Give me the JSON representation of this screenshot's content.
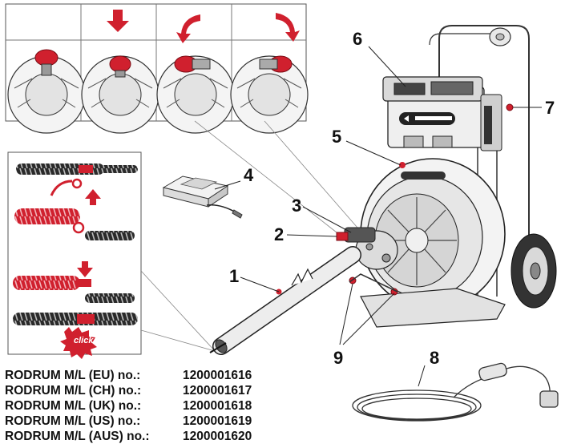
{
  "callouts": [
    "1",
    "2",
    "3",
    "4",
    "5",
    "6",
    "7",
    "8",
    "9"
  ],
  "click_label": "click",
  "product_numbers": [
    {
      "name": "RODRUM M/L (EU) no.:",
      "number": "1200001616"
    },
    {
      "name": "RODRUM M/L (CH) no.:",
      "number": "1200001617"
    },
    {
      "name": "RODRUM M/L (UK) no.:",
      "number": "1200001618"
    },
    {
      "name": "RODRUM M/L (US) no.:",
      "number": "1200001619"
    },
    {
      "name": "RODRUM M/L (AUS) no.:",
      "number": "1200001620"
    }
  ],
  "colors": {
    "accent": "#d0202e",
    "line": "#222222",
    "panel_border": "#555555",
    "gray_fill": "#d8d8d8"
  }
}
